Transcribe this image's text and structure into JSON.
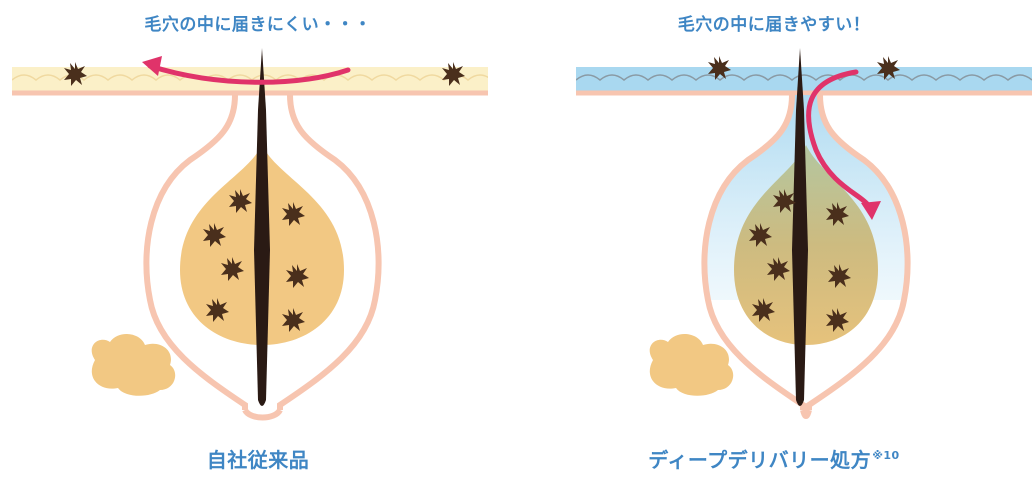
{
  "panels": [
    {
      "top_caption": "毛穴の中に届きにくい・・・",
      "bottom_caption": "自社従来品",
      "bottom_note": "",
      "colors": {
        "skin_layer": "#fbf0c8",
        "penetration": "none",
        "arrow": "#e0336a"
      }
    },
    {
      "top_caption": "毛穴の中に届きやすい！",
      "bottom_caption": "ディープデリバリー処方",
      "bottom_note": "※10",
      "colors": {
        "skin_layer": "#a9d8f0",
        "penetration": "#bfe3f5",
        "arrow": "#e0336a"
      }
    }
  ],
  "colors": {
    "caption": "#3f86c4",
    "follicle_outline": "#f7c5b0",
    "sebum_gland": "#f2c883",
    "hair": "#2a1a14",
    "dirt": "#4a2f1c"
  }
}
